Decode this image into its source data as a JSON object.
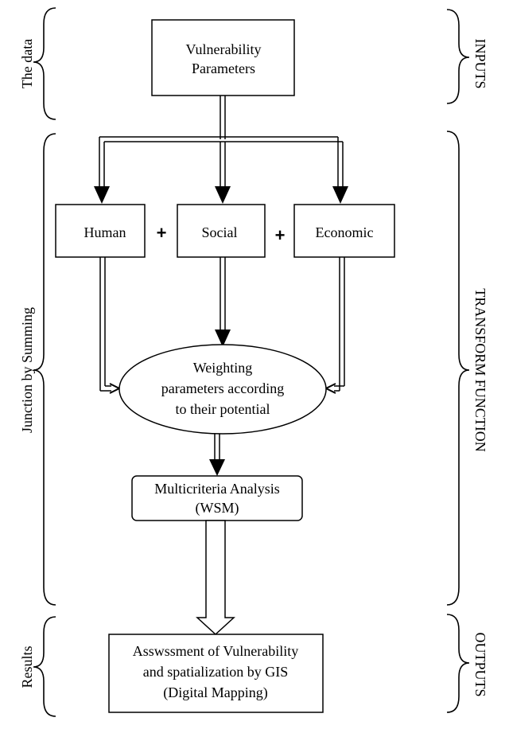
{
  "side_labels": {
    "left": {
      "inputs": "The data",
      "transform": "Junction by Summing",
      "outputs": "Results"
    },
    "right": {
      "inputs": "INPUTS",
      "transform": "TRANSFORM FUNCTION",
      "outputs": "OUTPUTS"
    }
  },
  "nodes": {
    "vulnerability": [
      "Vulnerability",
      "Parameters"
    ],
    "human": "Human",
    "social": "Social",
    "economic": "Economic",
    "weighting": [
      "Weighting",
      "parameters according",
      "to their potential"
    ],
    "mca": [
      "Multicriteria Analysis",
      "(WSM)"
    ],
    "assessment": [
      "Asswssment of Vulnerability",
      "and spatialization by GIS",
      "(Digital Mapping)"
    ]
  },
  "operators": {
    "plus1": "+",
    "plus2": "+"
  }
}
